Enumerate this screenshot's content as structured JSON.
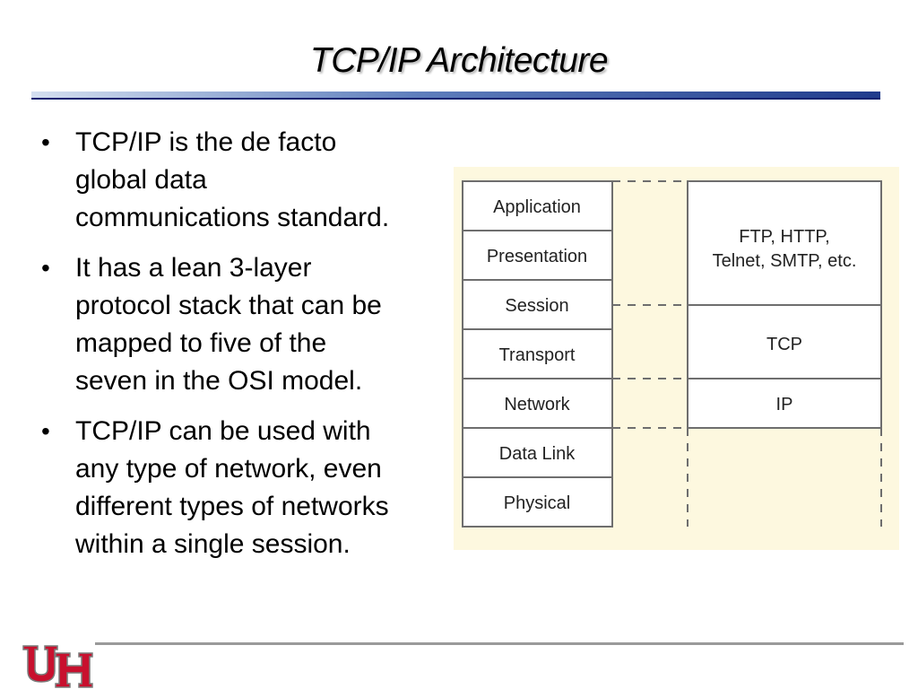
{
  "slide": {
    "title": "TCP/IP Architecture",
    "bullets": [
      [
        "TCP/IP is the de facto",
        "global data",
        "communications standard."
      ],
      [
        "It has a lean 3-layer",
        "protocol stack that can be",
        "mapped to five of the",
        "seven in the OSI model."
      ],
      [
        "TCP/IP can be used with",
        "any type of network, even",
        "different types of networks",
        "within a single session."
      ]
    ]
  },
  "diagram": {
    "osi_layers": [
      "Application",
      "Presentation",
      "Session",
      "Transport",
      "Network",
      "Data Link",
      "Physical"
    ],
    "tcpip_layers": [
      {
        "lines": [
          "FTP, HTTP,",
          "Telnet, SMTP, etc."
        ]
      },
      {
        "lines": [
          "TCP"
        ]
      },
      {
        "lines": [
          "IP"
        ]
      }
    ]
  },
  "colors": {
    "diagram_background": "#fdf8df",
    "logo_red": "#c8102e"
  },
  "logo": {
    "icon": "uh-logo-icon"
  }
}
